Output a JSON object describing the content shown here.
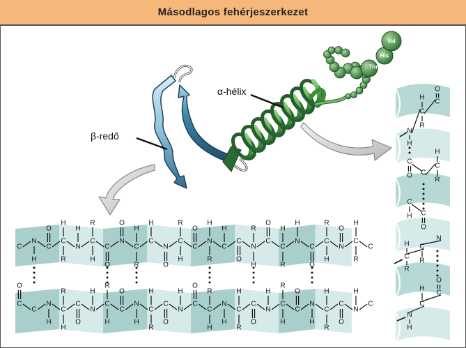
{
  "title": "Másodlagos fehérjeszerkezet",
  "labels": {
    "beta_sheet": "β-redő",
    "alpha_helix": "α-hélix"
  },
  "amino_acids": [
    "Val",
    "His",
    "Thr"
  ],
  "colors": {
    "title_bg": "#f6b77a",
    "band_dark": "#a9cfcd",
    "band_light": "#d6ebe9",
    "helix_green": "#3d8a3d",
    "strand_blue": "#3f7fa0",
    "arrow_gray": "#d0d0d0"
  }
}
